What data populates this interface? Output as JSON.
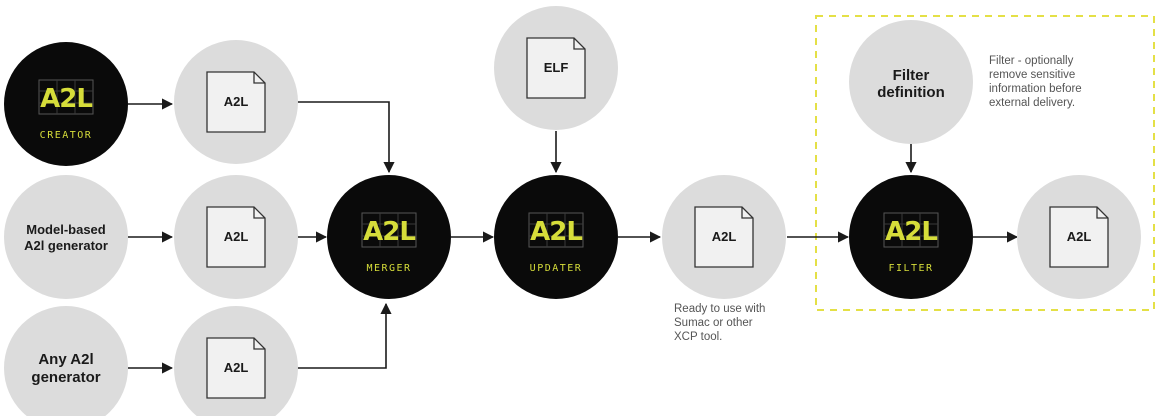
{
  "colors": {
    "source_fill": "#dcdcdc",
    "tool_fill": "#0a0a0a",
    "accent": "#d6dd3a",
    "doc_fill": "#f1f1f1",
    "line": "#1a1a1a",
    "dashed_border": "#e4e046"
  },
  "logo_text": "A2L",
  "creator": {
    "name": "CREATOR",
    "icon": "a2l-logo-icon"
  },
  "merger": {
    "name": "MERGER",
    "icon": "a2l-logo-icon"
  },
  "updater": {
    "name": "UPDATER",
    "icon": "a2l-logo-icon"
  },
  "filter_tool": {
    "name": "FILTER",
    "icon": "a2l-logo-icon"
  },
  "sources": {
    "model_based": {
      "line1": "Model-based",
      "line2": "A2l generator"
    },
    "any": {
      "line1": "Any A2l",
      "line2": "generator"
    }
  },
  "docs": {
    "creator_out": "A2L",
    "model_out": "A2L",
    "any_out": "A2L",
    "elf": "ELF",
    "updated": "A2L",
    "filtered": "A2L"
  },
  "filter_definition": {
    "line1": "Filter",
    "line2": "definition"
  },
  "notes": {
    "ready": [
      "Ready to use with",
      "Sumac or other",
      "XCP tool."
    ],
    "filter": [
      "Filter - optionally",
      "remove sensitive",
      "information before",
      "external delivery."
    ]
  }
}
